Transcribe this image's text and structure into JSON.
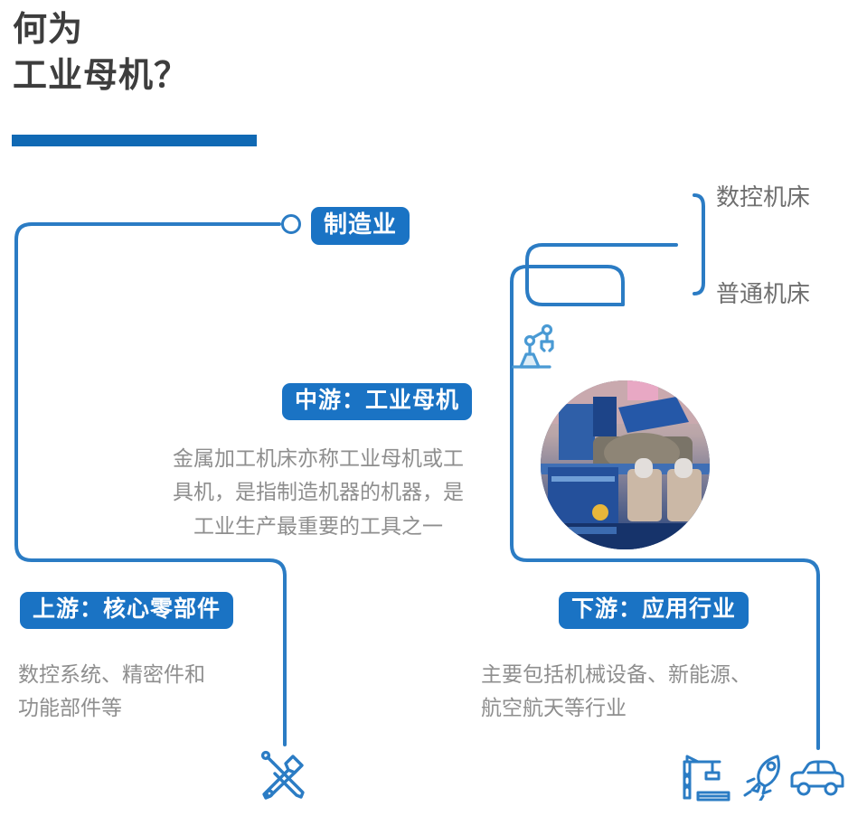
{
  "title": {
    "line1": "何为",
    "line2": "工业母机？"
  },
  "colors": {
    "brand_blue": "#1069b4",
    "badge_blue": "#1a73c4",
    "wire_blue": "#2b7cc4",
    "body_gray": "#8e8e8e",
    "title_gray": "#3d3d3d"
  },
  "nodes": {
    "root": {
      "label": "制造业",
      "branches": [
        {
          "label": "数控机床"
        },
        {
          "label": "普通机床"
        }
      ]
    },
    "midstream": {
      "badge": "中游：工业母机",
      "text": "金属加工机床亦称工业母机或工\n具机，是指制造机器的机器，是\n工业生产最重要的工具之一"
    },
    "upstream": {
      "badge": "上游：核心零部件",
      "text": "数控系统、精密件和\n功能部件等"
    },
    "downstream": {
      "badge": "下游：应用行业",
      "text": "主要包括机械设备、新能源、\n航空航天等行业"
    }
  },
  "icons": {
    "robot_arm": "robot-arm-icon",
    "tools": "tools-icon",
    "crane": "crane-icon",
    "rocket": "rocket-icon",
    "car": "car-icon",
    "photo": "industrial-machine-photo"
  }
}
